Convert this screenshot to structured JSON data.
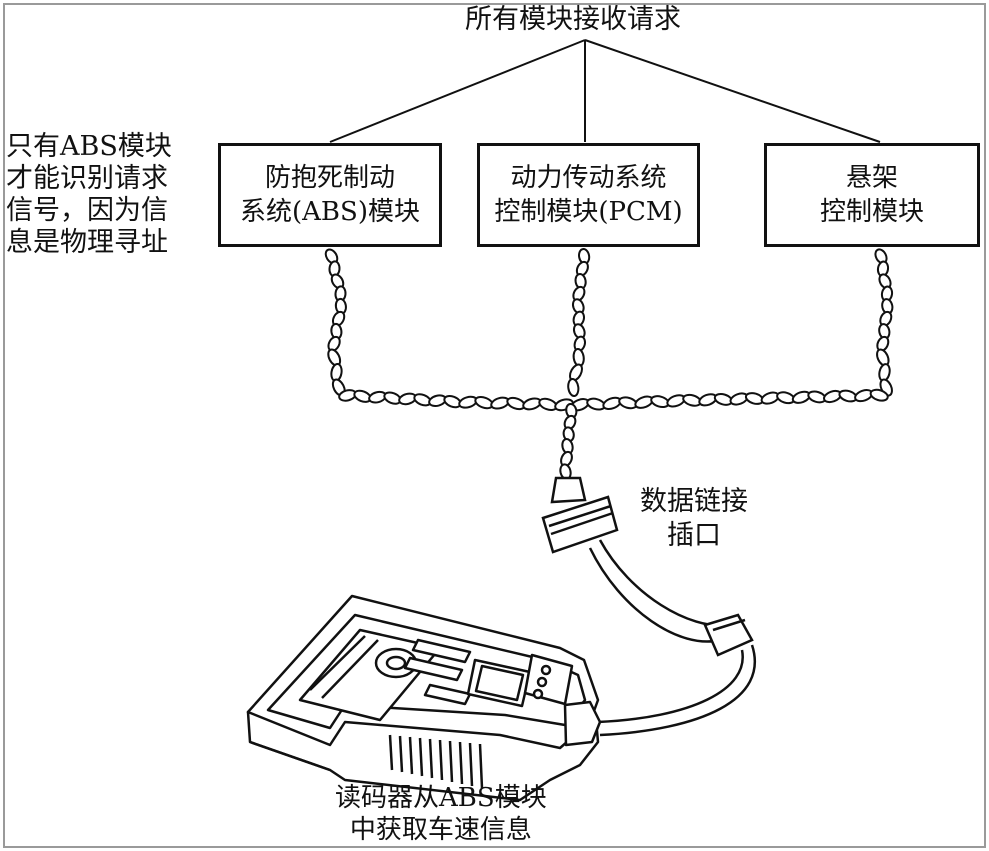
{
  "top_label": "所有模块接收请求",
  "side_note": "只有ABS模块\n才能识别请求\n信号，因为信\n息是物理寻址",
  "modules": [
    {
      "label": "防抱死制动\n系统(ABS)模块"
    },
    {
      "label": "动力传动系统\n控制模块(PCM)"
    },
    {
      "label": "悬架\n控制模块"
    }
  ],
  "connector_label": "数据链接\n插口",
  "scanner_label": "读码器从ABS模块\n中获取车速信息",
  "colors": {
    "line": "#111111",
    "frame": "#9a9a9a",
    "background": "#ffffff"
  }
}
